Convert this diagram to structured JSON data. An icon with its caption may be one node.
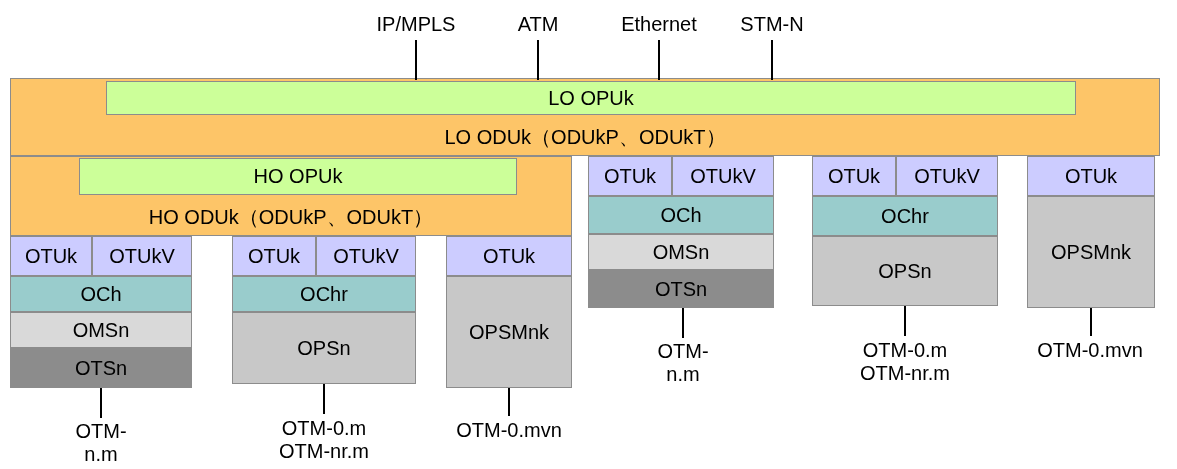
{
  "diagram": {
    "nodes": [
      {
        "text": [
          "IP/MPLS"
        ]
      },
      {
        "text": [
          "ATM"
        ]
      },
      {
        "text": [
          "Ethernet"
        ]
      },
      {
        "text": [
          "STM-N"
        ]
      },
      {
        "text": [
          "LO ODUk（ODUkP、ODUkT）"
        ]
      },
      {
        "text": [
          "LO OPUk"
        ],
        "in": 4
      },
      {
        "text": [
          "HO ODUk（ODUkP、ODUkT）"
        ]
      },
      {
        "text": [
          "HO OPUk"
        ],
        "in": 6
      },
      {
        "text": [
          "OTUk"
        ]
      },
      {
        "text": [
          "OTUkV"
        ]
      },
      {
        "text": [
          "OCh"
        ]
      },
      {
        "text": [
          "OMSn"
        ]
      },
      {
        "text": [
          "OTSn"
        ]
      },
      {
        "text": [
          "OTUk"
        ]
      },
      {
        "text": [
          "OTUkV"
        ]
      },
      {
        "text": [
          "OChr"
        ]
      },
      {
        "text": [
          "OPSn"
        ]
      },
      {
        "text": [
          "OTUk"
        ]
      },
      {
        "text": [
          "OPSMnk"
        ]
      },
      {
        "text": [
          "OTUk"
        ]
      },
      {
        "text": [
          "OTUkV"
        ]
      },
      {
        "text": [
          "OCh"
        ]
      },
      {
        "text": [
          "OMSn"
        ]
      },
      {
        "text": [
          "OTSn"
        ]
      },
      {
        "text": [
          "OTUk"
        ]
      },
      {
        "text": [
          "OTUkV"
        ]
      },
      {
        "text": [
          "OChr"
        ]
      },
      {
        "text": [
          "OPSn"
        ]
      },
      {
        "text": [
          "OTUk"
        ]
      },
      {
        "text": [
          "OPSMnk"
        ]
      },
      {
        "text": [
          "OTM-n.m"
        ]
      },
      {
        "text": [
          "OTM-0.m",
          "OTM-nr.m"
        ]
      },
      {
        "text": [
          "OTM-0.mvn"
        ]
      },
      {
        "text": [
          "OTM-n.m"
        ]
      },
      {
        "text": [
          "OTM-0.m",
          "OTM-nr.m"
        ]
      },
      {
        "text": [
          "OTM-0.mvn"
        ]
      }
    ],
    "edges": [
      {
        "from": 0,
        "to": 5,
        "arrow": "none"
      },
      {
        "from": 1,
        "to": 5,
        "arrow": "none"
      },
      {
        "from": 2,
        "to": 5,
        "arrow": "none"
      },
      {
        "from": 3,
        "to": 5,
        "arrow": "none"
      },
      {
        "from": 12,
        "to": 30,
        "arrow": "none"
      },
      {
        "from": 16,
        "to": 31,
        "arrow": "none"
      },
      {
        "from": 18,
        "to": 32,
        "arrow": "none"
      },
      {
        "from": 23,
        "to": 33,
        "arrow": "none"
      },
      {
        "from": 27,
        "to": 34,
        "arrow": "none"
      },
      {
        "from": 29,
        "to": 35,
        "arrow": "none"
      }
    ]
  }
}
